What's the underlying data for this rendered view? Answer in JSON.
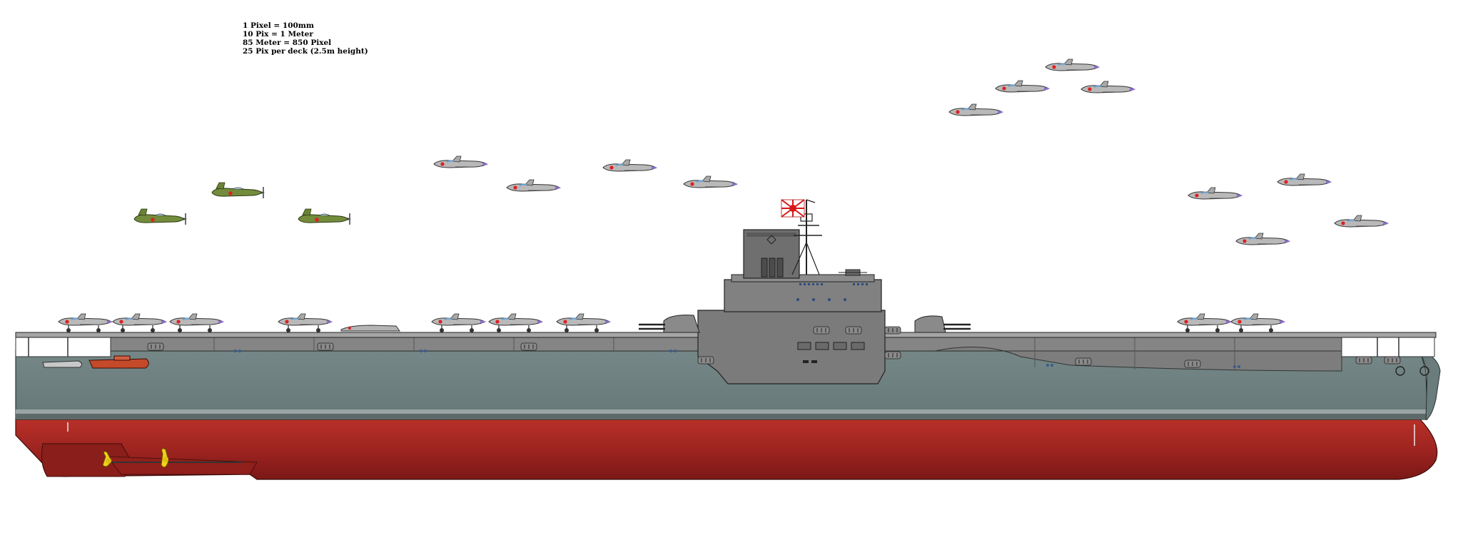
{
  "scale_notes": {
    "line1": "1 Pixel = 100mm",
    "line2": "10 Pix = 1 Meter",
    "line3": "85 Meter = 850 Pixel",
    "line4": "25 Pix per deck (2.5m height)"
  },
  "colors": {
    "hull_upper": "#6e8080",
    "hull_lower": "#a82a24",
    "superstructure": "#7a7a7a",
    "deck": "#9a9a9a",
    "plane_gray": "#b8b8b8",
    "plane_green": "#6f8a3a",
    "flag_red": "#d81818"
  }
}
